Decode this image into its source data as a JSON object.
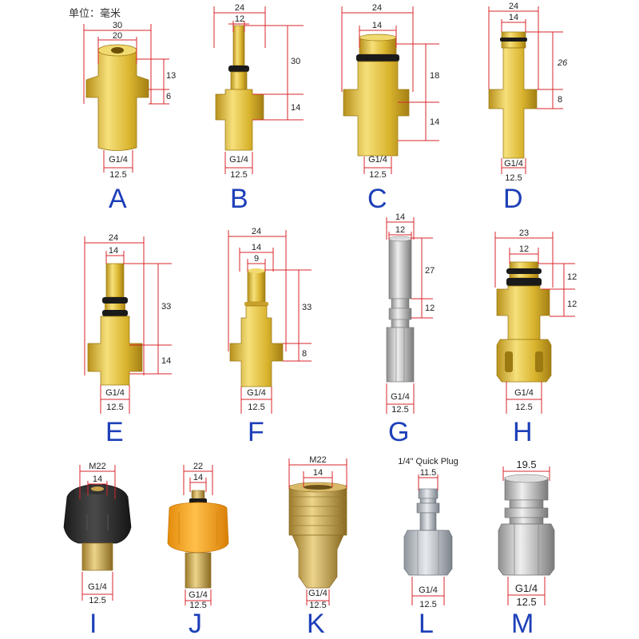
{
  "unit_label": "单位：毫米",
  "colors": {
    "dimension": "#d9242b",
    "letter": "#1d3fb8",
    "gold": "#e1c33c",
    "steel": "#c9c9c9",
    "black": "#2a2a2a",
    "orange": "#f5a623",
    "brass": "#c9a34a"
  },
  "parts": {
    "A": {
      "letter": "A",
      "top_dims": [
        "30",
        "20"
      ],
      "side_dims": [
        "13",
        "6"
      ],
      "thread": "G1/4",
      "thread_dia": "12.5"
    },
    "B": {
      "letter": "B",
      "top_dims": [
        "24",
        "12"
      ],
      "side_dims": [
        "30",
        "14"
      ],
      "thread": "G1/4",
      "thread_dia": "12.5"
    },
    "C": {
      "letter": "C",
      "top_dims": [
        "24",
        "14"
      ],
      "side_dims": [
        "18",
        "14"
      ],
      "thread": "G1/4",
      "thread_dia": "12.5"
    },
    "D": {
      "letter": "D",
      "top_dims": [
        "24",
        "14"
      ],
      "side_dims": [
        "26",
        "8"
      ],
      "thread": "G1/4",
      "thread_dia": "12.5"
    },
    "E": {
      "letter": "E",
      "top_dims": [
        "24",
        "14"
      ],
      "side_dims": [
        "33",
        "14"
      ],
      "thread": "G1/4",
      "thread_dia": "12.5"
    },
    "F": {
      "letter": "F",
      "top_dims": [
        "24",
        "14",
        "9"
      ],
      "side_dims": [
        "33",
        "8"
      ],
      "thread": "G1/4",
      "thread_dia": "12.5"
    },
    "G": {
      "letter": "G",
      "top_dims": [
        "14",
        "12"
      ],
      "side_dims": [
        "27",
        "12"
      ],
      "thread": "G1/4",
      "thread_dia": "12.5"
    },
    "H": {
      "letter": "H",
      "top_dims": [
        "23",
        "12"
      ],
      "side_dims": [
        "12",
        "12"
      ],
      "thread": "G1/4",
      "thread_dia": "12.5"
    },
    "I": {
      "letter": "I",
      "top_dims": [
        "M22",
        "14"
      ],
      "thread": "G1/4",
      "thread_dia": "12.5"
    },
    "J": {
      "letter": "J",
      "top_dims": [
        "22",
        "14"
      ],
      "thread": "G1/4",
      "thread_dia": "12.5"
    },
    "K": {
      "letter": "K",
      "top_dims": [
        "M22",
        "14"
      ],
      "thread": "G1/4",
      "thread_dia": "12.5"
    },
    "L": {
      "letter": "L",
      "caption": "1/4\" Quick Plug",
      "top_dims": [
        "11.5"
      ],
      "thread": "G1/4",
      "thread_dia": "12.5"
    },
    "M": {
      "letter": "M",
      "top_dims": [
        "19.5"
      ],
      "thread": "G1/4",
      "thread_dia": "12.5"
    }
  }
}
